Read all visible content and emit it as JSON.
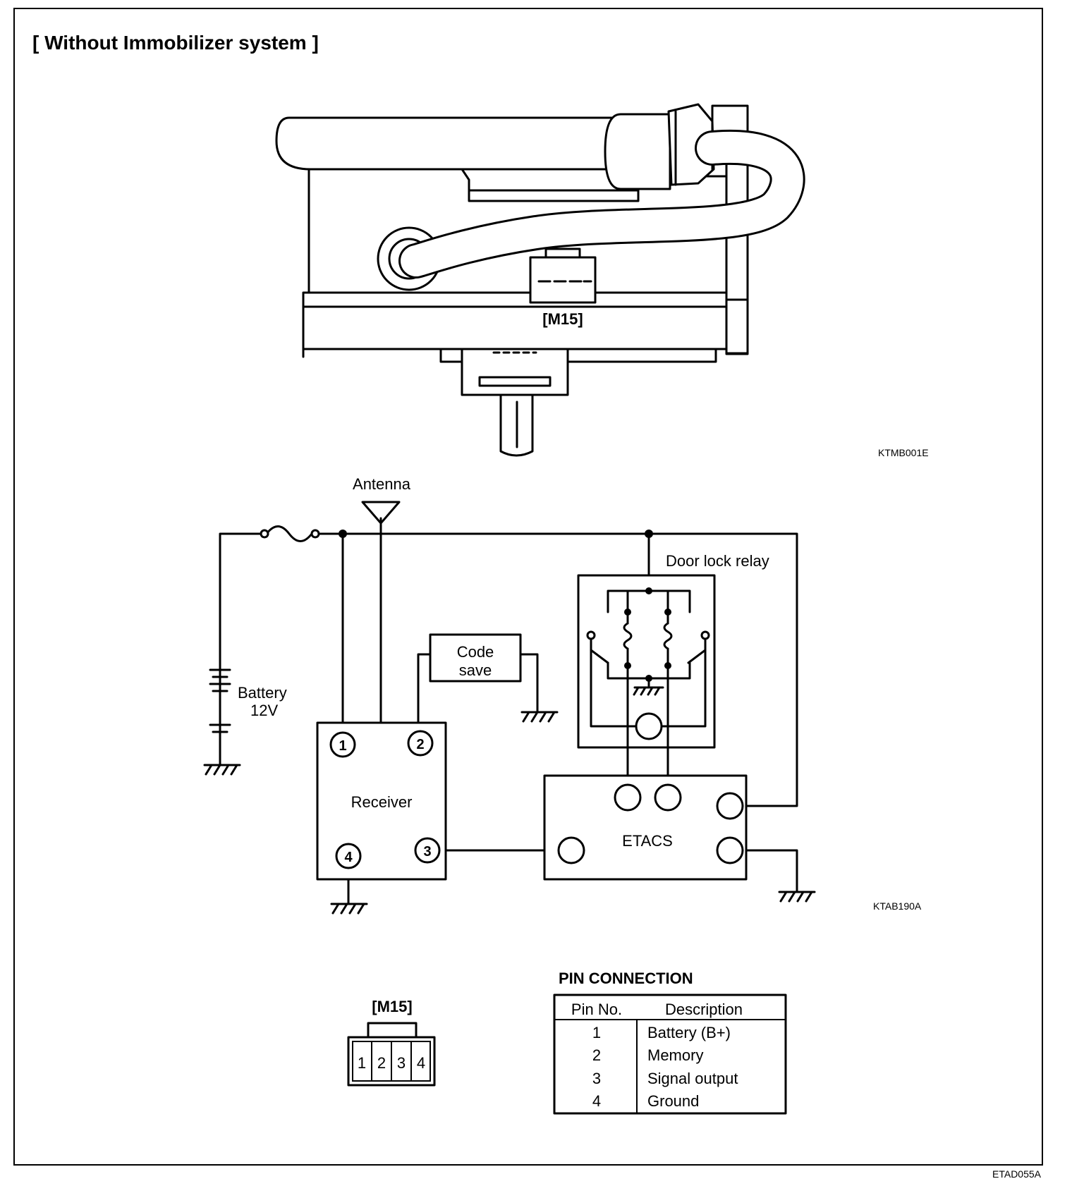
{
  "title": "[ Without Immobilizer system ]",
  "figure_codes": {
    "top": "KTMB001E",
    "circuit": "KTAB190A",
    "page": "ETAD055A"
  },
  "connector_label": "[M15]",
  "circuit": {
    "antenna": "Antenna",
    "door_lock_relay": "Door lock relay",
    "code_save_line1": "Code",
    "code_save_line2": "save",
    "battery_line1": "Battery",
    "battery_line2": "12V",
    "receiver": "Receiver",
    "etacs": "ETACS",
    "pins": [
      "1",
      "2",
      "3",
      "4"
    ]
  },
  "connector_diagram": {
    "label": "[M15]",
    "pins": [
      "1",
      "2",
      "3",
      "4"
    ]
  },
  "pin_connection": {
    "title": "PIN CONNECTION",
    "headers": [
      "Pin No.",
      "Description"
    ],
    "rows": [
      {
        "pin": "1",
        "desc": "Battery (B+)"
      },
      {
        "pin": "2",
        "desc": "Memory"
      },
      {
        "pin": "3",
        "desc": "Signal output"
      },
      {
        "pin": "4",
        "desc": "Ground"
      }
    ]
  }
}
